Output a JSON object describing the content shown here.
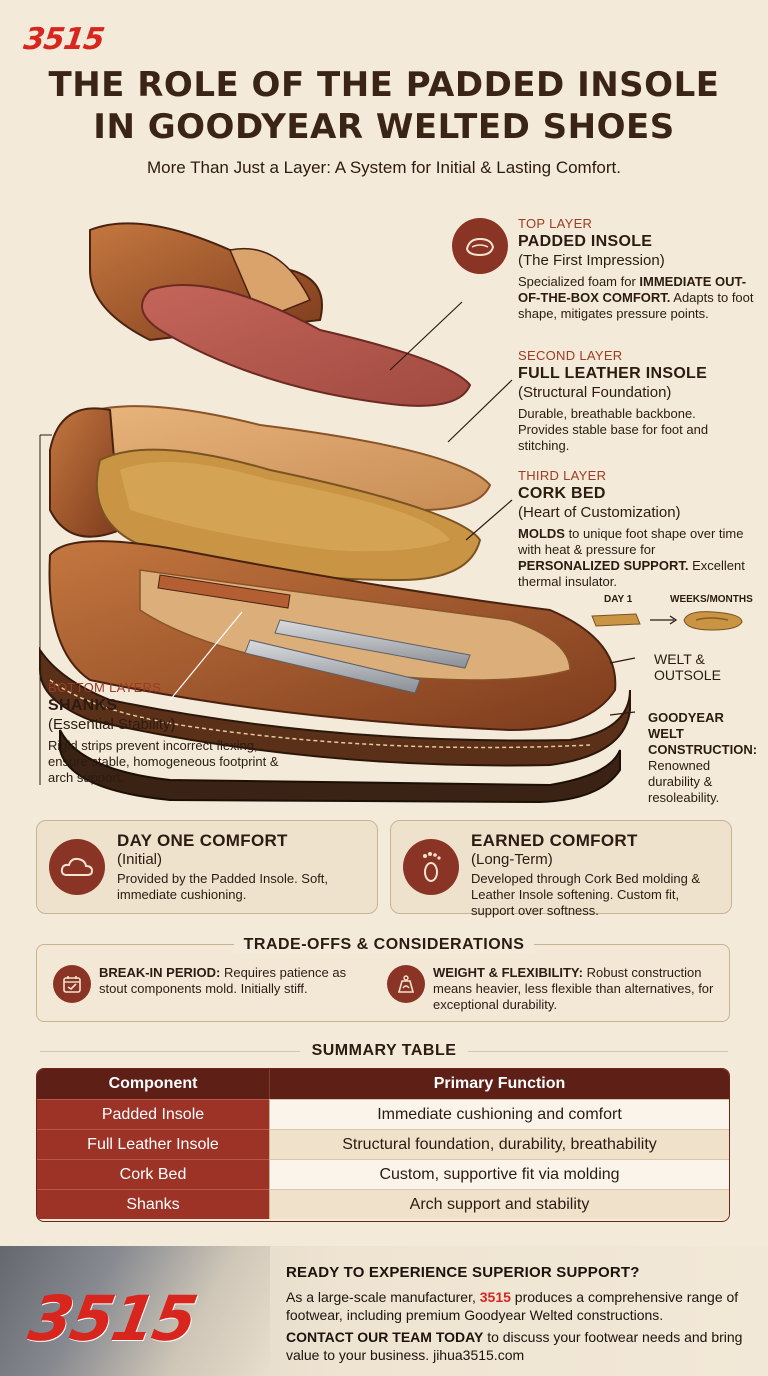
{
  "brand": "3515",
  "header": {
    "title_line1": "THE ROLE OF THE PADDED INSOLE",
    "title_line2": "IN GOODYEAR WELTED SHOES",
    "subtitle": "More Than Just a Layer: A System for Initial & Lasting Comfort."
  },
  "layers": {
    "top": {
      "kicker": "TOP LAYER",
      "title": "PADDED INSOLE",
      "sub": "(The First Impression)",
      "body_pre": "Specialized foam for ",
      "body_bold": "IMMEDIATE OUT-OF-THE-BOX COMFORT.",
      "body_post": " Adapts to foot shape, mitigates pressure points."
    },
    "second": {
      "kicker": "SECOND LAYER",
      "title": "FULL LEATHER INSOLE",
      "sub": "(Structural Foundation)",
      "body": "Durable, breathable backbone. Provides stable base for foot and stitching."
    },
    "third": {
      "kicker": "THIRD LAYER",
      "title": "CORK BED",
      "sub": "(Heart of Customization)",
      "body_bold1": "MOLDS",
      "body_mid": " to unique foot shape over time with heat & pressure for ",
      "body_bold2": "PERSONALIZED SUPPORT.",
      "body_post": " Excellent thermal insulator."
    },
    "bottom": {
      "kicker": "BOTTOM LAYERS",
      "title": "SHANKS",
      "sub": "(Essential Stability)",
      "body": "Rigid strips prevent incorrect flexing, ensure stable, homogeneous footprint & arch support."
    }
  },
  "cork_timeline": {
    "day1": "DAY 1",
    "later": "WEEKS/MONTHS"
  },
  "welt": {
    "outsole_line1": "WELT &",
    "outsole_line2": "OUTSOLE",
    "construction_title1": "GOODYEAR",
    "construction_title2": "WELT",
    "construction_title3": "CONSTRUCTION:",
    "construction_body": "Renowned durability & resoleability."
  },
  "comfort": {
    "day_one": {
      "title": "DAY ONE COMFORT",
      "sub": "(Initial)",
      "body": "Provided by the Padded Insole. Soft, immediate cushioning."
    },
    "earned": {
      "title": "EARNED COMFORT",
      "sub": "(Long-Term)",
      "body": "Developed through Cork Bed molding & Leather Insole softening. Custom fit, support over softness."
    }
  },
  "tradeoffs": {
    "heading": "TRADE-OFFS & CONSIDERATIONS",
    "break_in_label": "BREAK-IN PERIOD:",
    "break_in_body": " Requires patience as stout components mold. Initially stiff.",
    "weight_label": "WEIGHT & FLEXIBILITY:",
    "weight_body": " Robust construction means heavier, less flexible than alternatives, for exceptional durability."
  },
  "summary": {
    "heading": "SUMMARY TABLE",
    "col_component": "Component",
    "col_function": "Primary Function",
    "rows": [
      {
        "component": "Padded Insole",
        "function": "Immediate cushioning and comfort"
      },
      {
        "component": "Full Leather Insole",
        "function": "Structural foundation, durability, breathability"
      },
      {
        "component": "Cork Bed",
        "function": "Custom, supportive fit via molding"
      },
      {
        "component": "Shanks",
        "function": "Arch support and stability"
      }
    ]
  },
  "footer": {
    "heading": "READY TO EXPERIENCE SUPERIOR SUPPORT?",
    "p1_pre": "As a large-scale manufacturer, ",
    "p1_brand": "3515",
    "p1_post": " produces a comprehensive range of footwear, including premium Goodyear Welted constructions.",
    "cta_bold": "CONTACT OUR TEAM TODAY",
    "cta_rest": " to discuss your footwear needs and bring value to your business. jihua3515.com"
  },
  "colors": {
    "accent": "#8a3426",
    "brand_red": "#d8251e",
    "background": "#f4ead9"
  },
  "icons": [
    "insole-icon",
    "cloud-icon",
    "footprint-icon",
    "calendar-icon",
    "scale-icon"
  ]
}
